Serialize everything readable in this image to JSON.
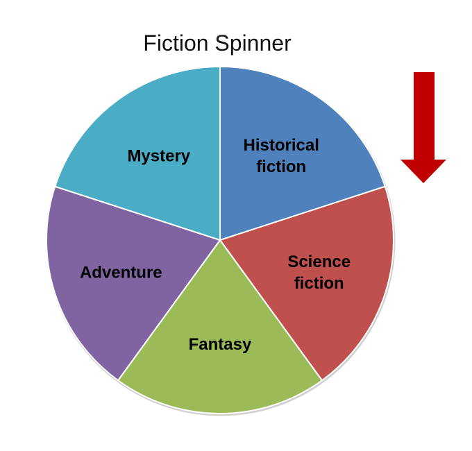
{
  "chart_data": {
    "type": "pie",
    "title": "Fiction Spinner",
    "categories": [
      "Historical fiction",
      "Science fiction",
      "Fantasy",
      "Adventure",
      "Mystery"
    ],
    "values": [
      20,
      20,
      20,
      20,
      20
    ],
    "colors": [
      "#4f81bd",
      "#c0504d",
      "#9bbb59",
      "#8064a2",
      "#4bacc6"
    ],
    "start_angle_deg": 0,
    "direction": "clockwise",
    "legend": "none",
    "pointer": {
      "icon": "down-arrow-icon",
      "color": "#c00000"
    }
  }
}
